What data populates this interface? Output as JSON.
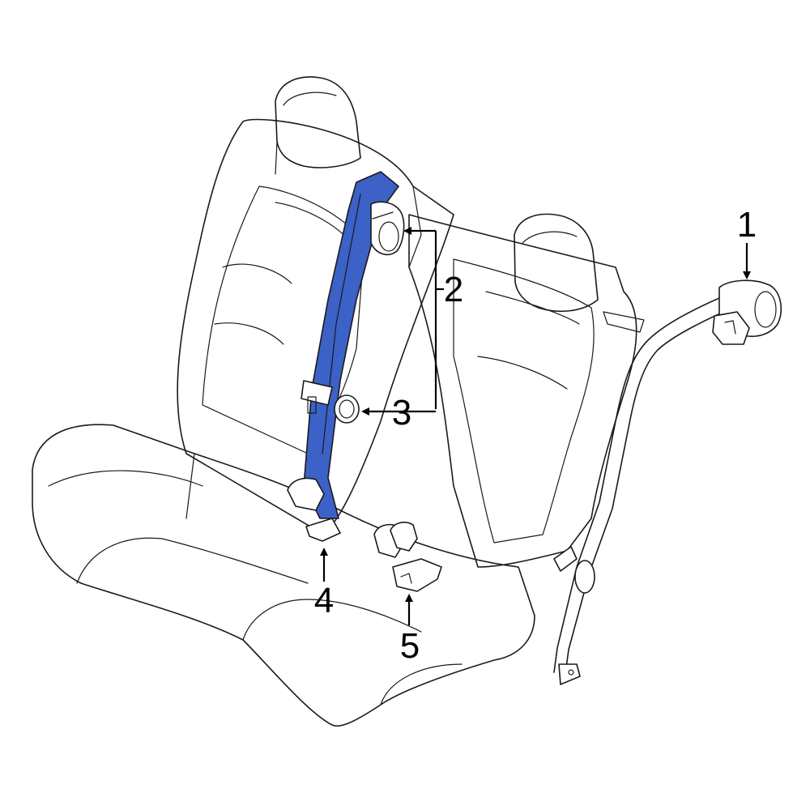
{
  "diagram": {
    "highlight_color": "#3c62c8",
    "outline_color": "#1a1a1a",
    "callouts": [
      {
        "label": "1"
      },
      {
        "label": "2"
      },
      {
        "label": "3"
      },
      {
        "label": "4"
      },
      {
        "label": "5"
      }
    ]
  }
}
